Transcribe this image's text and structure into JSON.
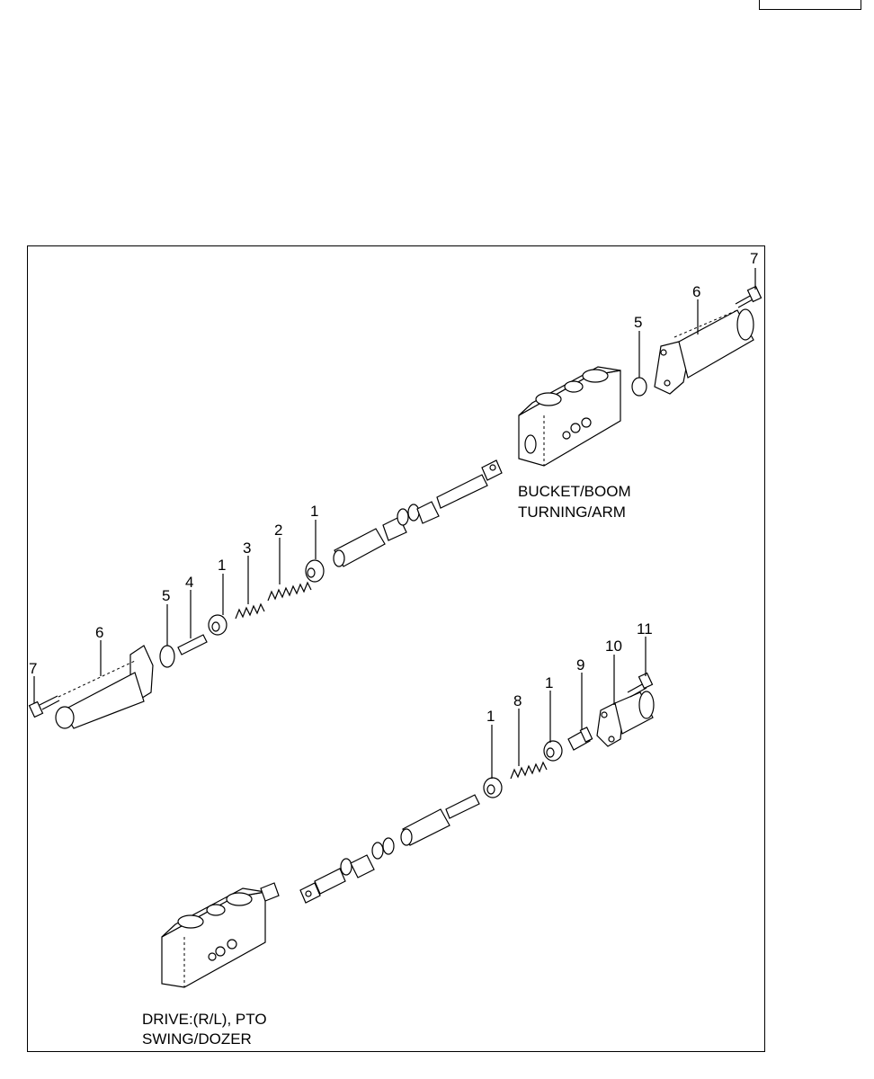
{
  "captions": {
    "upper_line1": "BUCKET/BOOM",
    "upper_line2": "TURNING/ARM",
    "lower_line1": "DRIVE:(R/L), PTO",
    "lower_line2": "SWING/DOZER"
  },
  "callouts": {
    "upper_right_7": "7",
    "upper_right_6": "6",
    "upper_right_5": "5",
    "upper_1a": "1",
    "upper_2": "2",
    "upper_3": "3",
    "upper_1b": "1",
    "upper_4": "4",
    "upper_5": "5",
    "upper_6": "6",
    "upper_7": "7",
    "lower_11": "11",
    "lower_10": "10",
    "lower_9": "9",
    "lower_1a": "1",
    "lower_8": "8",
    "lower_1b": "1"
  }
}
